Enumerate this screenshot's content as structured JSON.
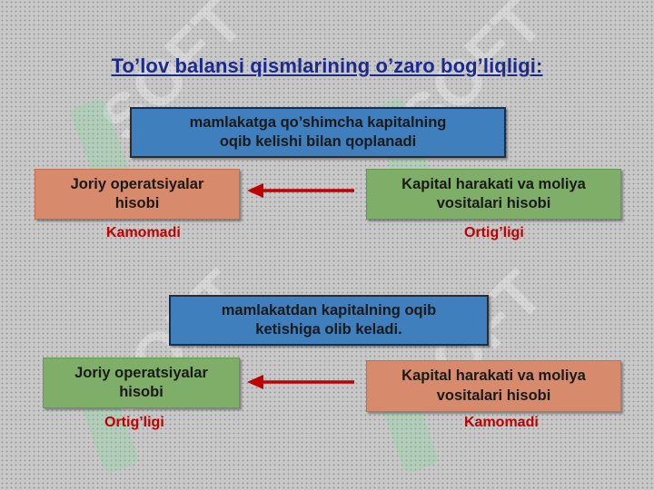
{
  "title": "To’lov balansi qismlarining o’zaro bog’liqligi:",
  "colors": {
    "blue_box": "#3f7fbd",
    "red_box": "#d88a6c",
    "green_box": "#7fae68",
    "arrow": "#c00000",
    "status_text": "#c00000",
    "title_text": "#1c2a8e"
  },
  "top_scenario": {
    "middle_box": [
      "mamlakatga qo’shimcha kapitalning",
      "oqib kelishi bilan qoplanadi"
    ],
    "left_box": [
      "Joriy operatsiyalar",
      "hisobi"
    ],
    "right_box": [
      "Kapital harakati va moliya",
      "vositalari hisobi"
    ],
    "left_status": "Kamomadi",
    "right_status": "Ortig’ligi"
  },
  "bottom_scenario": {
    "middle_box": [
      "mamlakatdan kapitalning oqib",
      "ketishiga olib keladi."
    ],
    "left_box": [
      "Joriy operatsiyalar",
      "hisobi"
    ],
    "right_box": [
      "Kapital harakati va moliya",
      "vositalari hisobi"
    ],
    "left_status": "Ortig’ligi",
    "right_status": "Kamomadi"
  }
}
